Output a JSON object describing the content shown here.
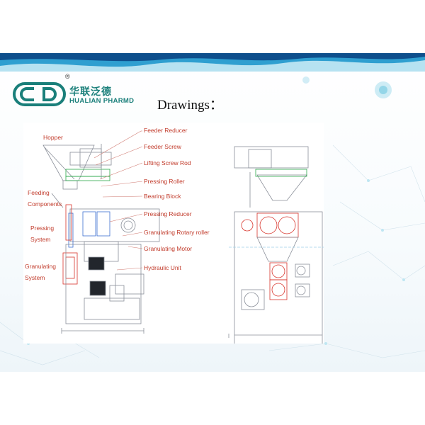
{
  "slide": {
    "title": "Drawings：",
    "brand": {
      "name_cn": "华联泛德",
      "name_en": "HUALIAN PHARMD",
      "registered": "®",
      "colors": {
        "primary": "#1a7f7a"
      }
    },
    "banner_colors": {
      "light": "#8fd3ea",
      "mid": "#2f9fd0",
      "dark": "#0e4f8c"
    }
  },
  "drawing": {
    "callouts_right": [
      "Feeder Reducer",
      "Feeder Screw",
      "Lifting Screw Rod",
      "Pressing Roller",
      "Bearing Block",
      "Pressing Reducer",
      "Granulating Rotary roller",
      "Granulating Motor",
      "Hydraulic Unit"
    ],
    "callouts_left": [
      "Hopper",
      "Feeding",
      "Components",
      "Pressing",
      "System",
      "Granulating",
      "System"
    ],
    "colors": {
      "label": "#c13a2a",
      "line": "#8a8f99",
      "green": "#2aa84a",
      "red": "#d8332a",
      "blue": "#3c6fd1"
    }
  }
}
